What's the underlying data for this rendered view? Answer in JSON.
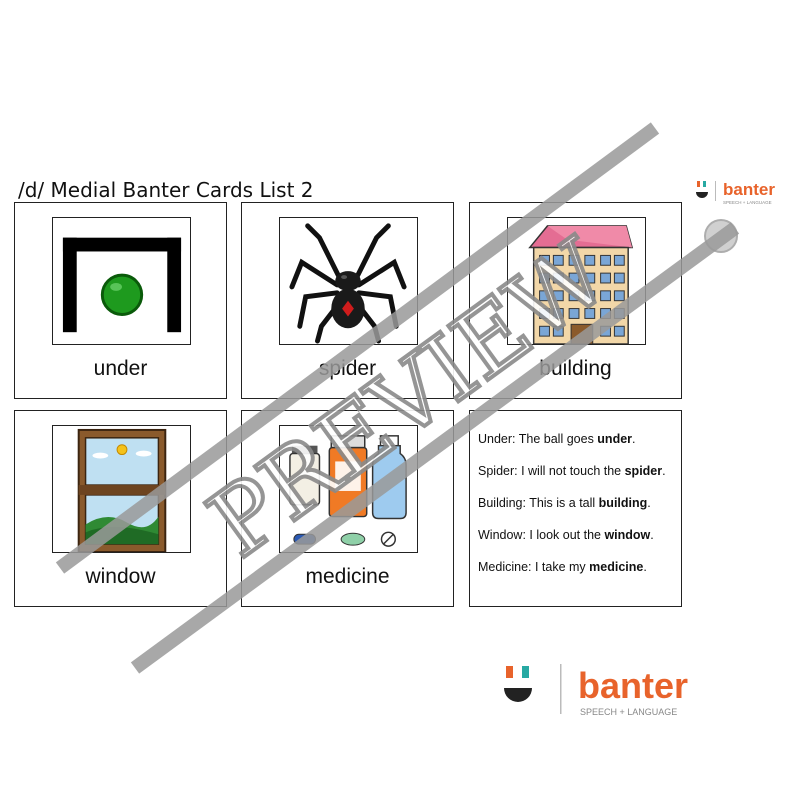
{
  "page": {
    "title": "/d/ Medial Banter Cards List 2"
  },
  "brand": {
    "name": "banter",
    "tagline": "SPEECH + LANGUAGE",
    "accent_color": "#e8632b",
    "teal_color": "#27a9a3"
  },
  "cards": [
    {
      "word": "under",
      "icon": "under-icon"
    },
    {
      "word": "spider",
      "icon": "spider-icon"
    },
    {
      "word": "building",
      "icon": "building-icon"
    },
    {
      "word": "window",
      "icon": "window-icon"
    },
    {
      "word": "medicine",
      "icon": "medicine-icon"
    }
  ],
  "sentences": [
    {
      "prefix": "Under: The ball goes ",
      "target": "under",
      "suffix": "."
    },
    {
      "prefix": "Spider: I will not touch the ",
      "target": "spider",
      "suffix": "."
    },
    {
      "prefix": "Building: This is a tall ",
      "target": "building",
      "suffix": "."
    },
    {
      "prefix": "Window: I look out the ",
      "target": "window",
      "suffix": "."
    },
    {
      "prefix": "Medicine: I take my ",
      "target": "medicine",
      "suffix": "."
    }
  ],
  "watermark": {
    "text": "PREVIEW"
  }
}
